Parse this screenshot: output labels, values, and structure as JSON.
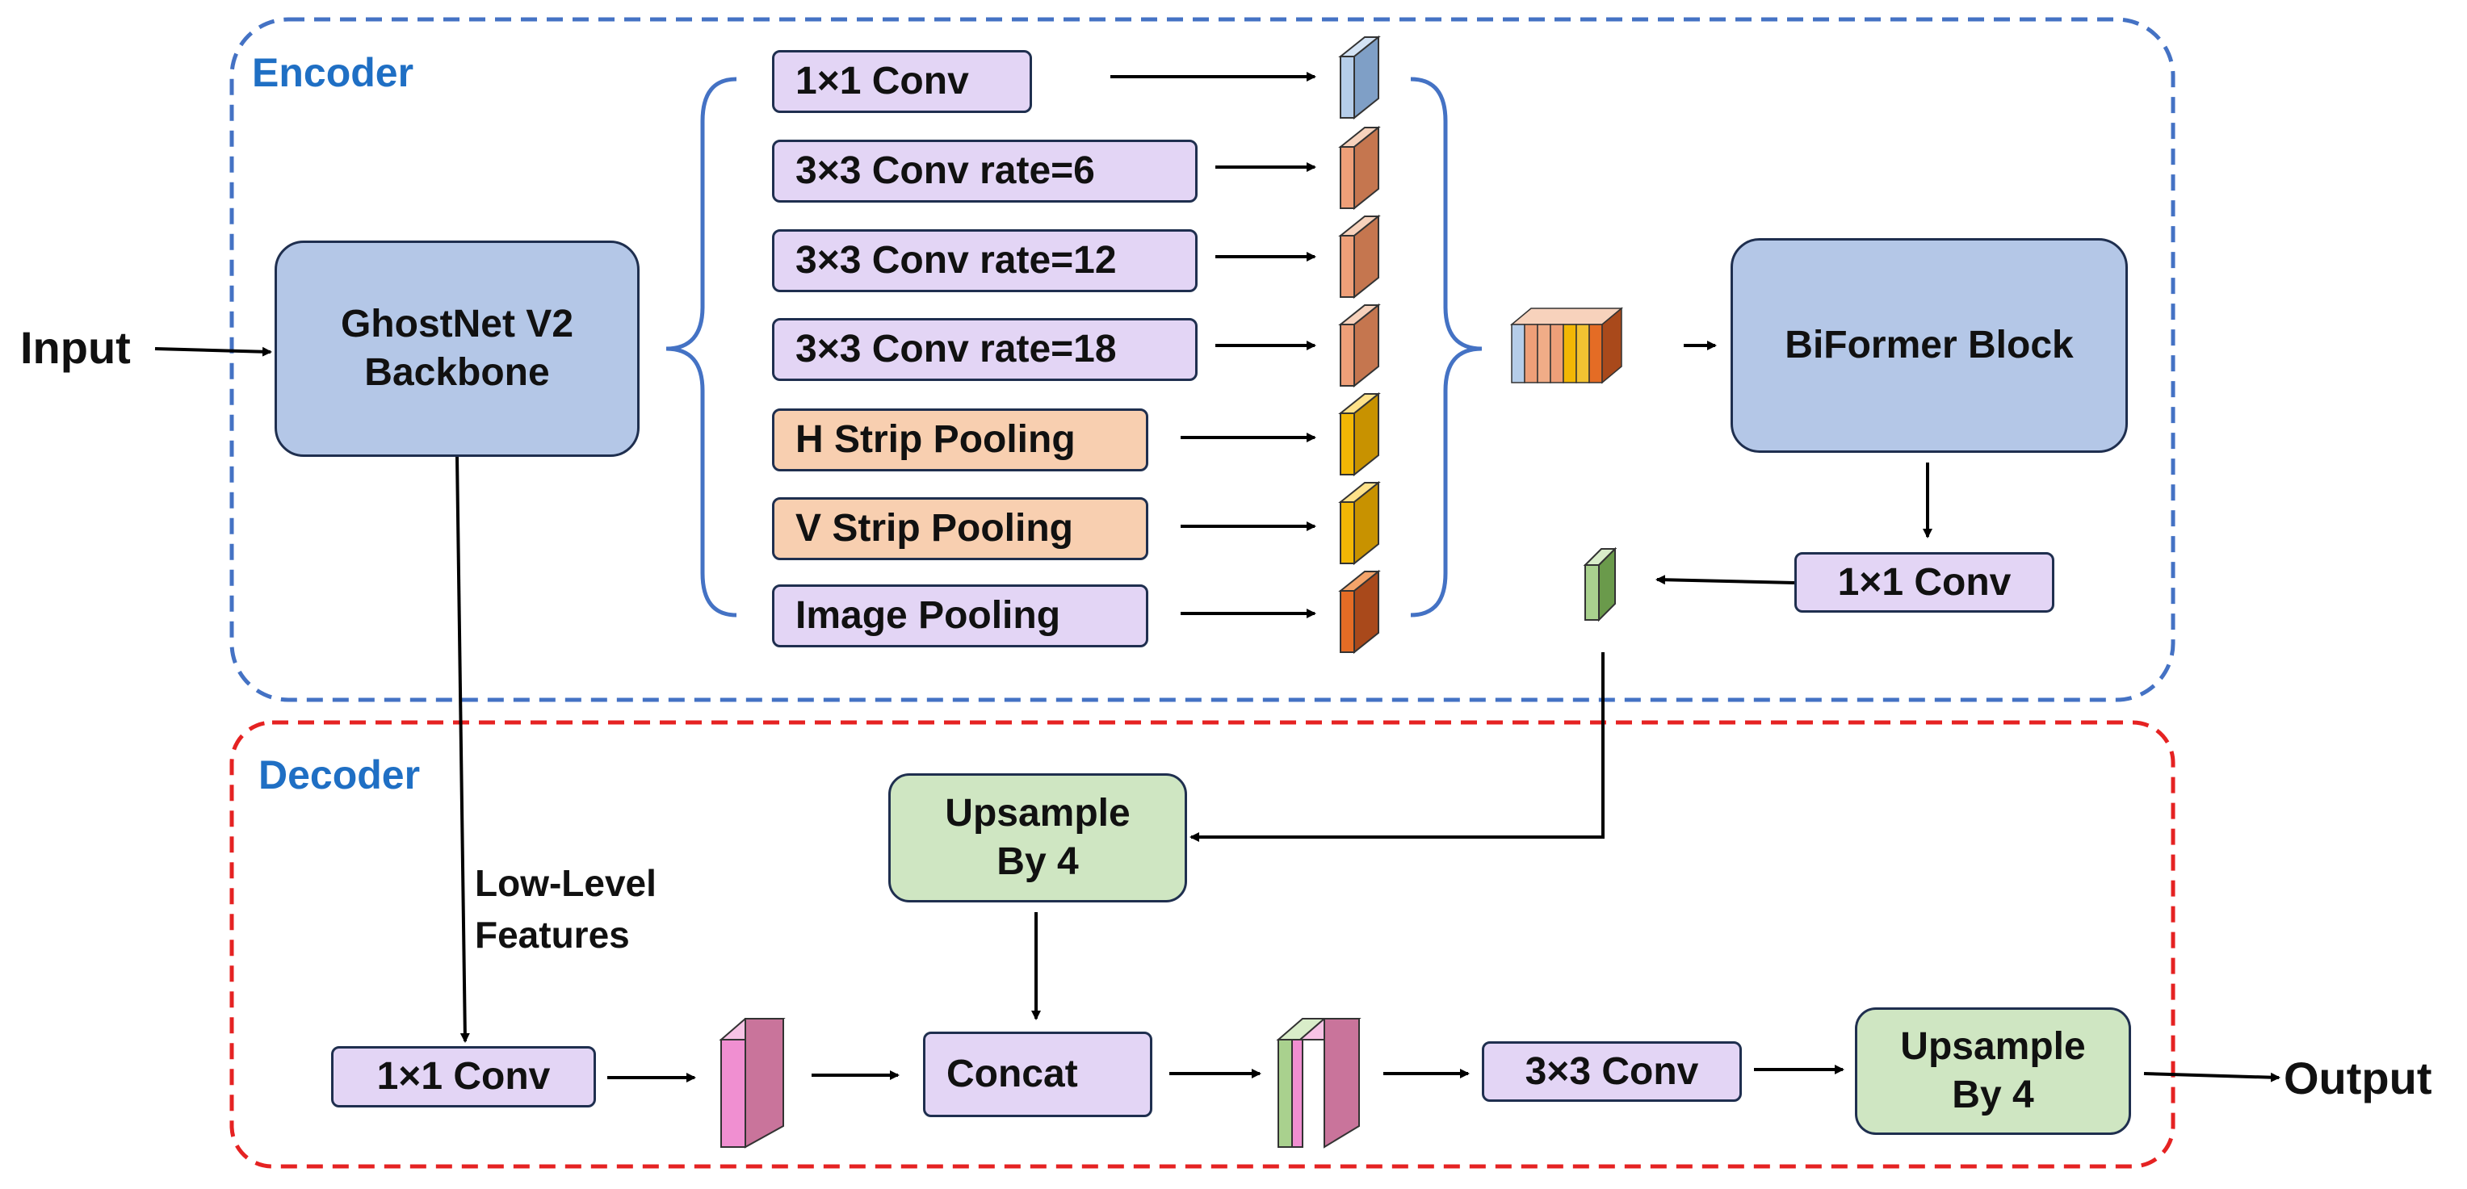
{
  "colors": {
    "encoder_border": "#4472c4",
    "decoder_border": "#e52222",
    "section_title": "#1f6fc4",
    "conv_box": "#e3d5f5",
    "pool_box": "#f8cfb0",
    "backbone_box": "#b4c7e7",
    "upsample_box": "#cfe6c2"
  },
  "encoder": {
    "title": "Encoder",
    "input_label": "Input",
    "backbone": {
      "line1": "GhostNet V2",
      "line2": "Backbone"
    },
    "branches": [
      {
        "label": "1×1 Conv"
      },
      {
        "label": "3×3 Conv rate=6"
      },
      {
        "label": "3×3 Conv rate=12"
      },
      {
        "label": "3×3 Conv rate=18"
      },
      {
        "label": "H Strip Pooling"
      },
      {
        "label": "V Strip Pooling"
      },
      {
        "label": "Image Pooling"
      }
    ],
    "biformer": "BiFormer Block",
    "post_conv": "1×1 Conv"
  },
  "decoder": {
    "title": "Decoder",
    "low_level": {
      "line1": "Low-Level",
      "line2": "Features"
    },
    "low_conv": "1×1 Conv",
    "upsample_top": {
      "line1": "Upsample",
      "line2": "By 4"
    },
    "concat": "Concat",
    "conv3": "3×3 Conv",
    "upsample_out": {
      "line1": "Upsample",
      "line2": "By 4"
    },
    "output_label": "Output"
  }
}
